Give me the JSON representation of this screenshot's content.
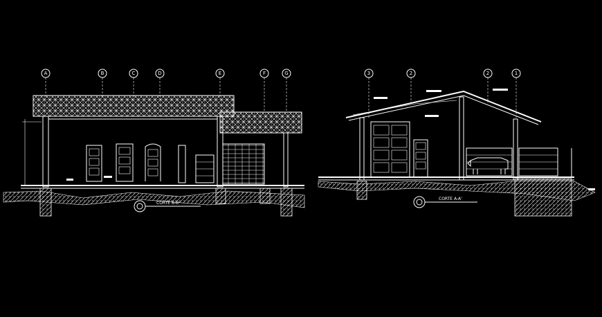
{
  "section_left": {
    "title": "CORTE B-B'",
    "grid_axes": [
      "A",
      "B",
      "C",
      "D",
      "E",
      "F",
      "G"
    ]
  },
  "section_right": {
    "title": "CORTE A-A'",
    "grid_axes": [
      "3",
      "2",
      "2",
      "1"
    ]
  },
  "colors": {
    "background": "#000000",
    "linework": "#ffffff"
  }
}
